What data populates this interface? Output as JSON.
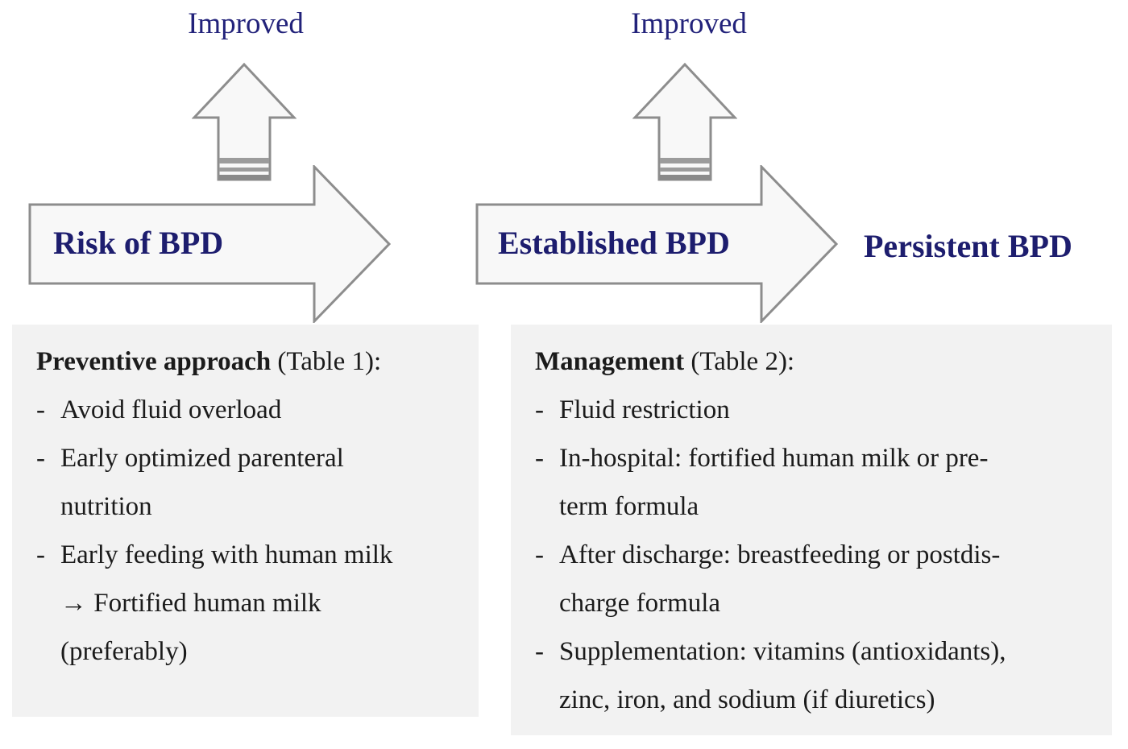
{
  "bullet": "-",
  "colors": {
    "navy_label": "#1d1d6e",
    "improved_navy": "#22227a",
    "arrow_fill": "#f8f8f8",
    "arrow_border": "#8d8d8d",
    "stripe_gray": "#9c9c9c",
    "stripe_dark": "#8a8a8a",
    "box_bg": "#f2f2f2",
    "body_text": "#1b1b1b"
  },
  "left": {
    "improved_label": "Improved",
    "arrow_label": "Risk of BPD",
    "box": {
      "heading_bold": "Preventive approach",
      "heading_rest": " (Table 1):",
      "items": [
        {
          "lines": [
            "Avoid fluid overload"
          ]
        },
        {
          "lines": [
            "Early optimized parenteral",
            "nutrition"
          ]
        },
        {
          "lines": [
            "Early feeding with human milk",
            "→ Fortified human milk",
            "(preferably)"
          ]
        }
      ]
    }
  },
  "right": {
    "improved_label": "Improved",
    "arrow_label": "Established BPD",
    "outcome_label": "Persistent BPD",
    "box": {
      "heading_bold": "Management",
      "heading_rest": " (Table 2):",
      "items": [
        {
          "lines": [
            "Fluid restriction"
          ]
        },
        {
          "lines": [
            "In-hospital: fortified human milk or pre-",
            "term formula"
          ]
        },
        {
          "lines": [
            "After discharge: breastfeeding or postdis-",
            "charge formula"
          ]
        },
        {
          "lines": [
            "Supplementation: vitamins (antioxidants),",
            "zinc, iron, and sodium (if diuretics)"
          ]
        }
      ]
    }
  }
}
